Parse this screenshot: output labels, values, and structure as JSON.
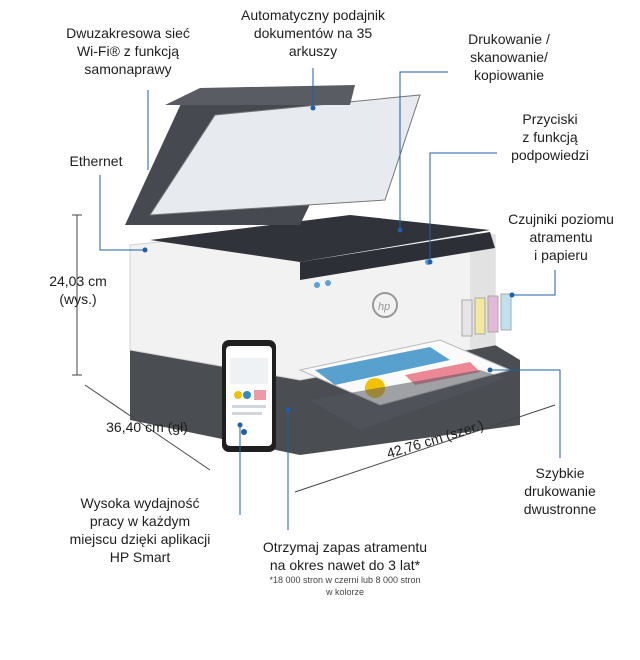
{
  "callouts": {
    "wifi": [
      "Dwuzakresowa sieć",
      "Wi-Fi® z funkcją",
      "samonaprawy"
    ],
    "adf": [
      "Automatyczny podajnik",
      "dokumentów na 35",
      "arkuszy"
    ],
    "print_scan_copy": [
      "Drukowanie /",
      "skanowanie/",
      "kopiowanie"
    ],
    "ethernet": "Ethernet",
    "help_buttons": [
      "Przyciski",
      "z funkcją",
      "podpowiedzi"
    ],
    "ink_sensors": [
      "Czujniki poziomu",
      "atramentu",
      "i papieru"
    ],
    "duplex": [
      "Szybkie",
      "drukowanie",
      "dwustronne"
    ],
    "ink_supply": [
      "Otrzymaj zapas atramentu",
      "na okres nawet do 3 lat*"
    ],
    "ink_supply_note": [
      "*18 000 stron w czerni lub 8 000 stron",
      "w kolorze"
    ],
    "app": [
      "Wysoka wydajność",
      "pracy w każdym",
      "miejscu dzięki aplikacji",
      "HP Smart"
    ]
  },
  "dimensions": {
    "height": [
      "24,03 cm",
      "(wys.)"
    ],
    "depth": "36,40 cm (gł)",
    "width": "42,76 cm (szer.)"
  },
  "colors": {
    "callout_line": "#1d5fa8",
    "printer_body": "#f1f1f1",
    "printer_dark": "#3c3f44"
  }
}
